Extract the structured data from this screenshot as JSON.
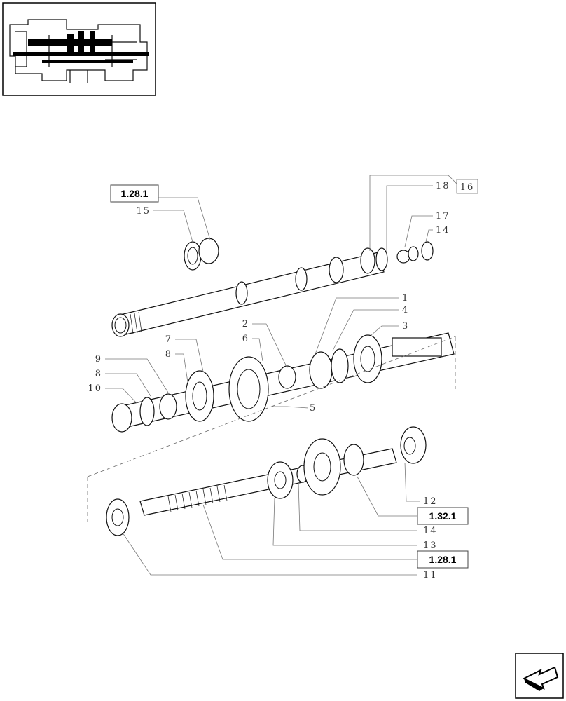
{
  "diagram": {
    "ref_boxes": [
      {
        "id": "ref-top",
        "label": "1.28.1"
      },
      {
        "id": "ref-mid",
        "label": "1.32.1"
      },
      {
        "id": "ref-bot",
        "label": "1.28.1"
      }
    ],
    "ref_16": "16",
    "callouts": {
      "c1": "1",
      "c2": "2",
      "c3": "3",
      "c4": "4",
      "c5": "5",
      "c6": "6",
      "c7": "7",
      "c8a": "8",
      "c8b": "8",
      "c9": "9",
      "c10": "10",
      "c11": "11",
      "c12": "12",
      "c13": "13",
      "c14a": "14",
      "c14b": "14",
      "c15": "15",
      "c17": "17",
      "c18": "18"
    }
  },
  "icons": {
    "overview": "transmission-overview-icon",
    "nav": "next-page-arrow-icon"
  }
}
